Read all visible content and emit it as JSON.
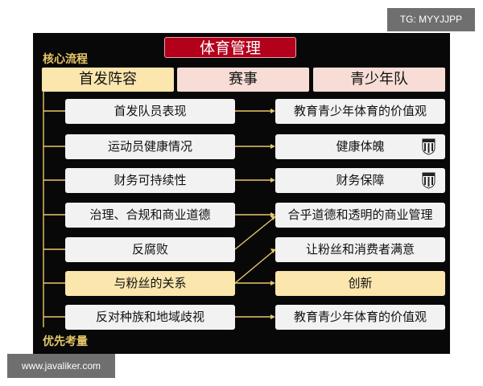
{
  "title": "体育管理",
  "labels": {
    "process": "核心流程",
    "considerations": "优先考量"
  },
  "headers": [
    "首发阵容",
    "赛事",
    "青少年队"
  ],
  "left_items": [
    "首发队员表现",
    "运动员健康情况",
    "财务可持续性",
    "治理、合规和商业道德",
    "反腐败",
    "与粉丝的关系",
    "反对种族和地域歧视"
  ],
  "right_items": [
    "教育青少年体育的价值观",
    "健康体魄",
    "财务保障",
    "合乎道德和透明的商业管理",
    "让粉丝和消费者满意",
    "创新",
    "教育青少年体育的价值观"
  ],
  "watermarks": {
    "top": "TG: MYYJJPP",
    "bottom": "www.javaliker.com"
  },
  "colors": {
    "background": "#080808",
    "title_red": "#b3001b",
    "header_gold": "#fbe6ad",
    "header_pink": "#f7ddd6",
    "box": "#f2f2f2",
    "line_gold": "#e7c86a"
  }
}
